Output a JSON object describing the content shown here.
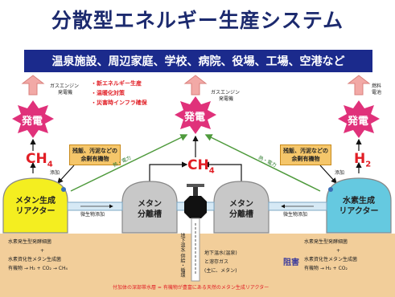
{
  "title": "分散型エネルギー生産システム",
  "facilities": "温泉施設、周辺家庭、学校、病院、役場、工場、空港など",
  "generation": {
    "label": "発電",
    "left_source": [
      "ガスエンジン",
      "発電機"
    ],
    "center_source": [
      "ガスエンジン",
      "発電機"
    ],
    "right_source": [
      "燃料",
      "電池"
    ]
  },
  "bullets": [
    "新エネルギー生産",
    "温暖化対策",
    "災害時インフラ確保"
  ],
  "gases": {
    "left": {
      "main": "CH",
      "sub": "4"
    },
    "center": {
      "main": "CH",
      "sub": "4"
    },
    "right": {
      "main": "H",
      "sub": "2"
    }
  },
  "organic_waste": [
    "残飯、汚泥などの",
    "余剰有機物"
  ],
  "add_label": "添加",
  "heat_power_label": "熱・電力",
  "microbe_flow_label": "微生物添加",
  "tanks": {
    "methane_reactor": [
      "メタン生成",
      "リアクター"
    ],
    "separator_left": [
      "メタン",
      "分離槽"
    ],
    "separator_right": [
      "メタン",
      "分離槽"
    ],
    "hydrogen_reactor": [
      "水素生成",
      "リアクター"
    ]
  },
  "bottom_left": [
    "水素発生型発酵細菌",
    "+",
    "水素資化性メタン生成菌",
    "有機物 → H₂ + CO₂ → CH₄"
  ],
  "bottom_center_pipe": [
    "地下温水",
    "供給・循環"
  ],
  "bottom_center": [
    "地下温水(温泉)",
    "と溶存ガス",
    "(主に、メタン)"
  ],
  "bottom_right": [
    "水素発生型発酵細菌",
    "+",
    "水素資化性メタン生成菌",
    "有機物 → H₂ + CO₂"
  ],
  "obstacle_label": "阻害",
  "bottom_note": "付加体の深部帯水層 = 有機物が豊富にある天然のメタン生成リアクター",
  "colors": {
    "title": "#1c2a6e",
    "banner": "#1b2a8c",
    "burst": "#e0317a",
    "arrow_pink": "#f2a9a6",
    "methane_reactor": "#f4ee20",
    "hydrogen_reactor": "#65c9e0",
    "separator": "#c8c8c8",
    "ground": "#f2ce9a",
    "gas_red": "#e11e25"
  }
}
